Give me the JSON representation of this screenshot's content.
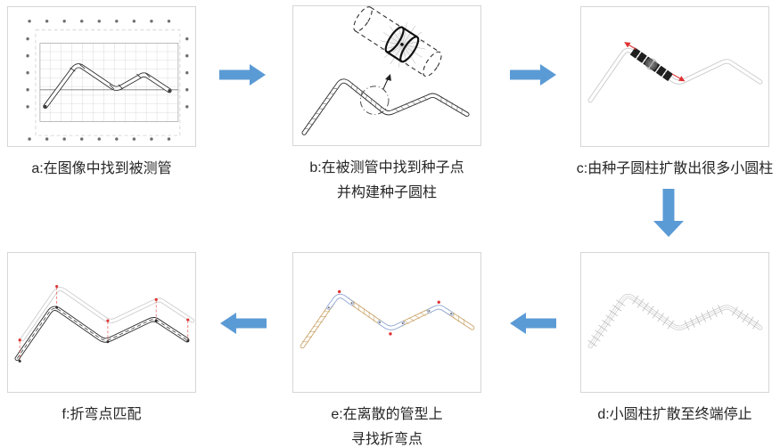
{
  "figure": {
    "type": "process-flow-diagram",
    "steps": [
      {
        "id": "a",
        "caption": "a:在图像中找到被测管"
      },
      {
        "id": "b",
        "caption": "b:在被测管中找到种子点",
        "caption_line2": "并构建种子圆柱"
      },
      {
        "id": "c",
        "caption": "c:由种子圆柱扩散出很多小圆柱"
      },
      {
        "id": "d",
        "caption": "d:小圆柱扩散至终端停止"
      },
      {
        "id": "e",
        "caption": "e:在离散的管型上",
        "caption_line2": "寻找折弯点"
      },
      {
        "id": "f",
        "caption": "f:折弯点匹配"
      }
    ],
    "arrows": [
      {
        "name": "a-to-b",
        "direction": "right"
      },
      {
        "name": "b-to-c",
        "direction": "right"
      },
      {
        "name": "c-to-d",
        "direction": "down"
      },
      {
        "name": "d-to-e",
        "direction": "left"
      },
      {
        "name": "e-to-f",
        "direction": "left"
      }
    ],
    "colors": {
      "arrow_blue": "#5B9BD5",
      "caption_text": "#262626",
      "panel_border": "#d6d6d6",
      "pipe_dark": "#2f2f2f",
      "pipe_gray": "#cccccc",
      "marker_red": "#e03131",
      "segment_tan": "#c9a469",
      "bend_blue": "#8faadc",
      "background": "#ffffff"
    }
  }
}
